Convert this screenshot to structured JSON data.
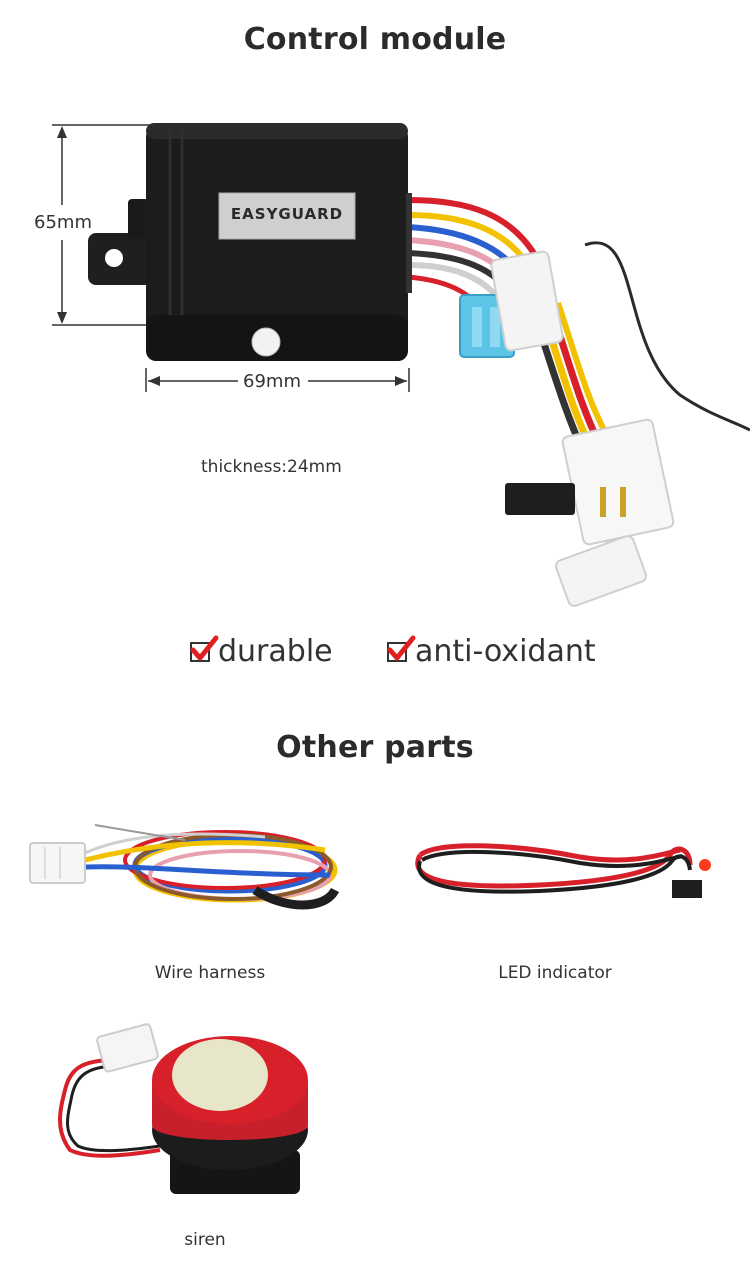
{
  "sections": {
    "control_title": "Control module",
    "other_title": "Other parts"
  },
  "module": {
    "brand_label": "EASYGUARD",
    "height_label": "65mm",
    "width_label": "69mm",
    "thickness_label": "thickness:24mm"
  },
  "features": [
    {
      "label": "durable"
    },
    {
      "label": "anti-oxidant"
    }
  ],
  "parts": [
    {
      "label": "Wire harness"
    },
    {
      "label": "LED indicator"
    },
    {
      "label": "siren"
    }
  ],
  "colors": {
    "check_red": "#e02020",
    "wire_red": "#d8202a",
    "wire_yellow": "#f2c200",
    "wire_blue": "#2a5fd0",
    "module_black": "#1c1c1c"
  }
}
